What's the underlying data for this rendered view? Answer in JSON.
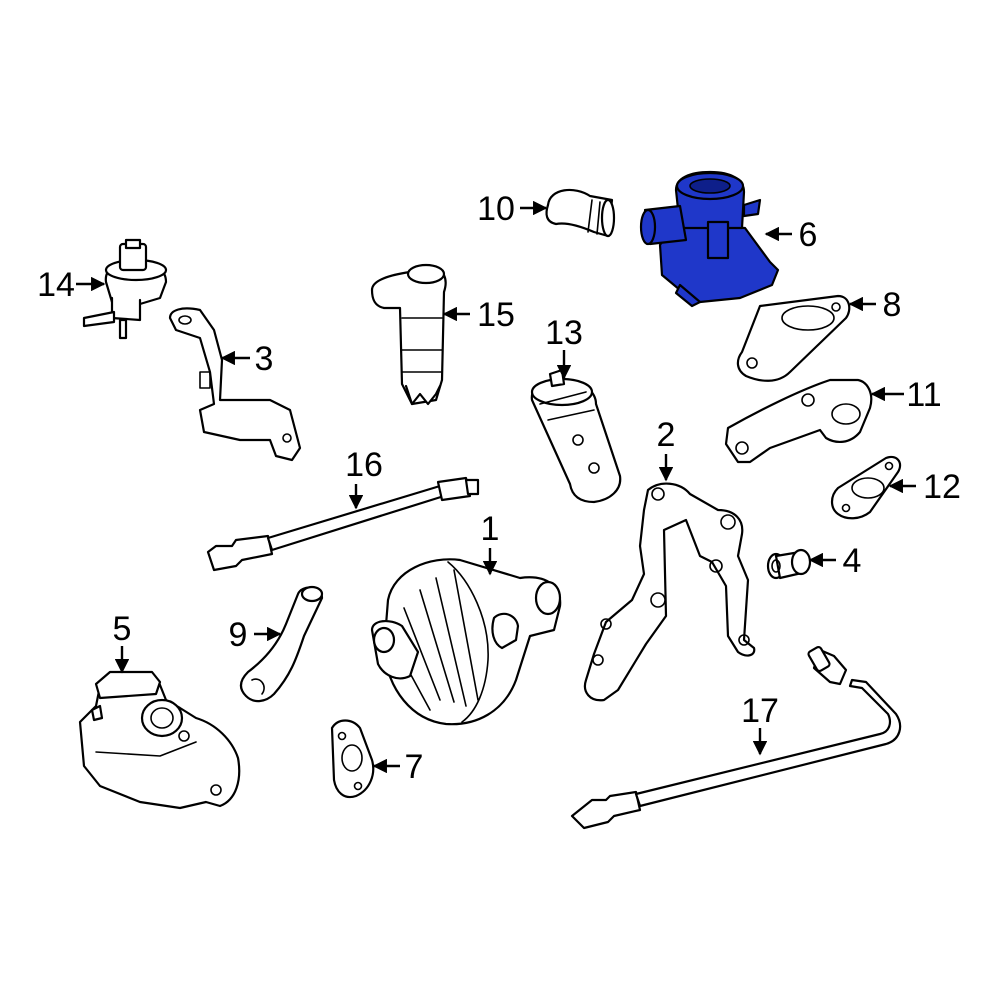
{
  "highlight_color": "#1f37c9",
  "highlight_dark": "#0e1f8a",
  "callouts": [
    {
      "id": "1",
      "text": "1"
    },
    {
      "id": "2",
      "text": "2"
    },
    {
      "id": "3",
      "text": "3"
    },
    {
      "id": "4",
      "text": "4"
    },
    {
      "id": "5",
      "text": "5"
    },
    {
      "id": "6",
      "text": "6"
    },
    {
      "id": "7",
      "text": "7"
    },
    {
      "id": "8",
      "text": "8"
    },
    {
      "id": "9",
      "text": "9"
    },
    {
      "id": "10",
      "text": "10"
    },
    {
      "id": "11",
      "text": "11"
    },
    {
      "id": "12",
      "text": "12"
    },
    {
      "id": "13",
      "text": "13"
    },
    {
      "id": "14",
      "text": "14"
    },
    {
      "id": "15",
      "text": "15"
    },
    {
      "id": "16",
      "text": "16"
    },
    {
      "id": "17",
      "text": "17"
    }
  ]
}
